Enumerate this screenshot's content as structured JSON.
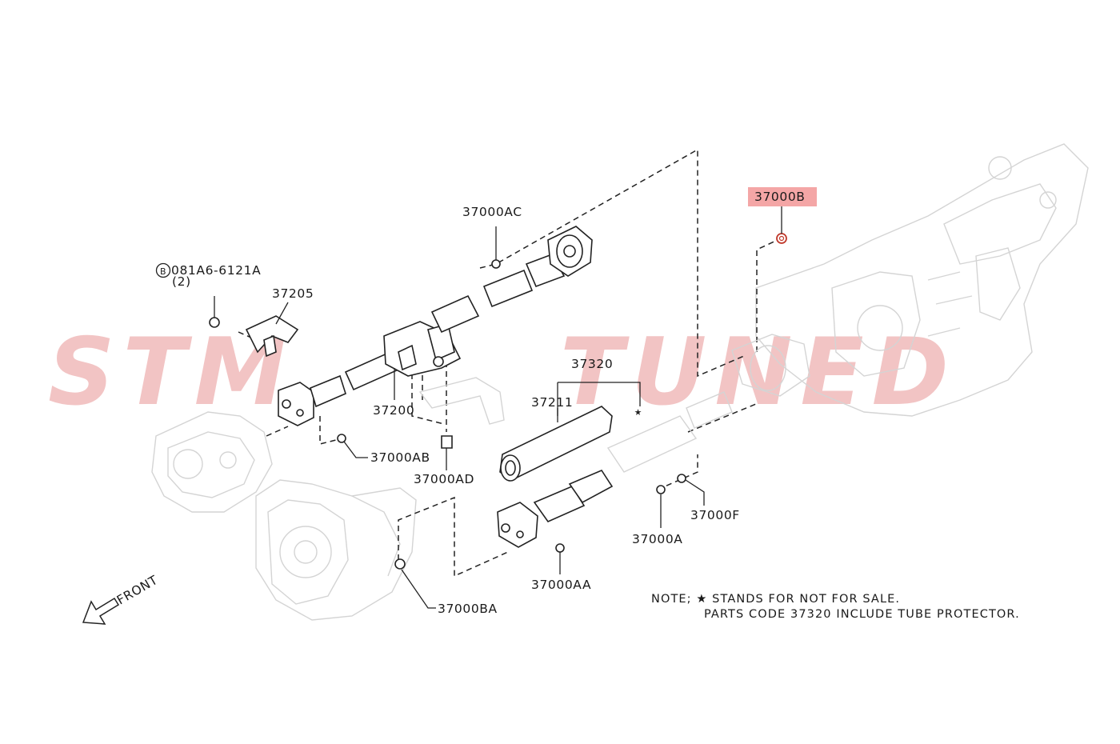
{
  "watermark": {
    "left": "STM",
    "right": "TUNED",
    "color": "#f2c4c4"
  },
  "highlight_color": "#f4a6a6",
  "callouts": {
    "c37000B": "37000B",
    "c37000AC": "37000AC",
    "c081A6": "081A6-6121A",
    "c081A6_circle": "B",
    "c081A6_qty": "(2)",
    "c37205": "37205",
    "c37320": "37320",
    "c37211": "37211",
    "c37200": "37200",
    "c37000AB": "37000AB",
    "c37000AD": "37000AD",
    "c37000F": "37000F",
    "c37000A": "37000A",
    "c37000AA": "37000AA",
    "c37000BA": "37000BA"
  },
  "front_label": "FRONT",
  "note": {
    "line1": "NOTE; ★ STANDS FOR NOT FOR SALE.",
    "line2": "PARTS CODE 37320 INCLUDE TUBE PROTECTOR."
  },
  "star_glyph": "★",
  "icons": [
    "front-arrow-icon",
    "not-for-sale-star-icon",
    "bolt-icon",
    "nut-icon"
  ]
}
